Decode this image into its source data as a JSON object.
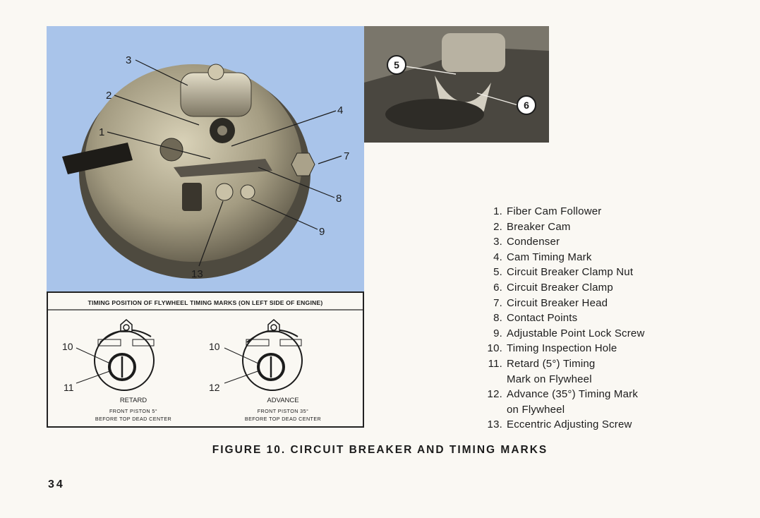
{
  "photo_callouts": [
    "1",
    "2",
    "3",
    "4",
    "7",
    "8",
    "9",
    "13"
  ],
  "clamp_callouts": [
    "5",
    "6"
  ],
  "timing": {
    "heading": "TIMING POSITION OF FLYWHEEL TIMING MARKS (ON LEFT SIDE OF ENGINE)",
    "left": {
      "callout_top": "10",
      "callout_bottom": "11",
      "label": "RETARD",
      "note1": "FRONT PISTON 5°",
      "note2": "BEFORE TOP DEAD CENTER"
    },
    "right": {
      "callout_top": "10",
      "callout_bottom": "12",
      "label": "ADVANCE",
      "note1": "FRONT PISTON 35°",
      "note2": "BEFORE TOP DEAD CENTER"
    }
  },
  "legend": [
    {
      "num": "1.",
      "text": "Fiber Cam Follower"
    },
    {
      "num": "2.",
      "text": "Breaker Cam"
    },
    {
      "num": "3.",
      "text": "Condenser"
    },
    {
      "num": "4.",
      "text": "Cam Timing Mark"
    },
    {
      "num": "5.",
      "text": "Circuit Breaker Clamp Nut"
    },
    {
      "num": "6.",
      "text": "Circuit Breaker Clamp"
    },
    {
      "num": "7.",
      "text": "Circuit Breaker Head"
    },
    {
      "num": "8.",
      "text": "Contact Points"
    },
    {
      "num": "9.",
      "text": "Adjustable Point Lock Screw"
    },
    {
      "num": "10.",
      "text": "Timing Inspection Hole"
    },
    {
      "num": "11.",
      "text": "Retard (5°) Timing"
    },
    {
      "num": "",
      "text": "Mark on Flywheel"
    },
    {
      "num": "12.",
      "text": "Advance (35°) Timing Mark"
    },
    {
      "num": "",
      "text": "on Flywheel"
    },
    {
      "num": "13.",
      "text": "Eccentric Adjusting Screw"
    }
  ],
  "caption": "FIGURE 10. CIRCUIT BREAKER AND TIMING MARKS",
  "page_number": "34",
  "colors": {
    "photo_bg": "#a9c4ea",
    "paper": "#faf8f3",
    "ink": "#1c1c1c"
  }
}
